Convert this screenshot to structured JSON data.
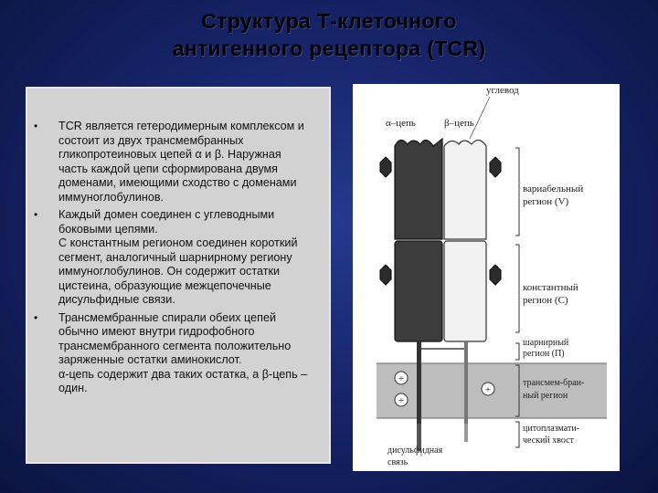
{
  "title": {
    "line1": "Структура Т-клеточного",
    "line2": "антигенного рецептора (TCR)"
  },
  "bullets": [
    {
      "marker": "•",
      "paragraphs": [
        "TCR является гетеродимерным комплексом и состоит из двух трансмембранных гликопротеиновых цепей α и β. Наружная часть каждой цепи сформирована двумя доменами, имеющими сходство с доменами иммуноглобулинов."
      ]
    },
    {
      "marker": "•",
      "paragraphs": [
        "Каждый домен соединен с углеводными боковыми цепями.",
        "С константным регионом соединен короткий сегмент, аналогичный шарнирному региону иммуноглобулинов. Он содержит остатки цистеина, образующие межцепочечные дисульфидные связи."
      ]
    },
    {
      "marker": "•",
      "paragraphs": [
        "Трансмембранные спирали обеих цепей обычно имеют внутри гидрофобного трансмембранного сегмента положительно заряженные остатки аминокислот.",
        "α-цепь содержит два таких остатка, а β-цепь – один."
      ]
    }
  ],
  "diagram": {
    "label_carbohydrate": "углевод",
    "label_alpha_chain": "α–цепь",
    "label_beta_chain": "β–цепь",
    "label_variable_1": "вариабельный",
    "label_variable_2": "регион (V)",
    "label_constant_1": "константный",
    "label_constant_2": "регион (С)",
    "label_hinge_1": "шарнирный",
    "label_hinge_2": "регион (П)",
    "label_tm_1": "трансмем-бран-",
    "label_tm_2": "ный регион",
    "label_cyto_1": "цитоплазмати-",
    "label_cyto_2": "ческий хвост",
    "label_disulfide_1": "дисульфидная",
    "label_disulfide_2": "связь",
    "plus_sign": "+"
  }
}
